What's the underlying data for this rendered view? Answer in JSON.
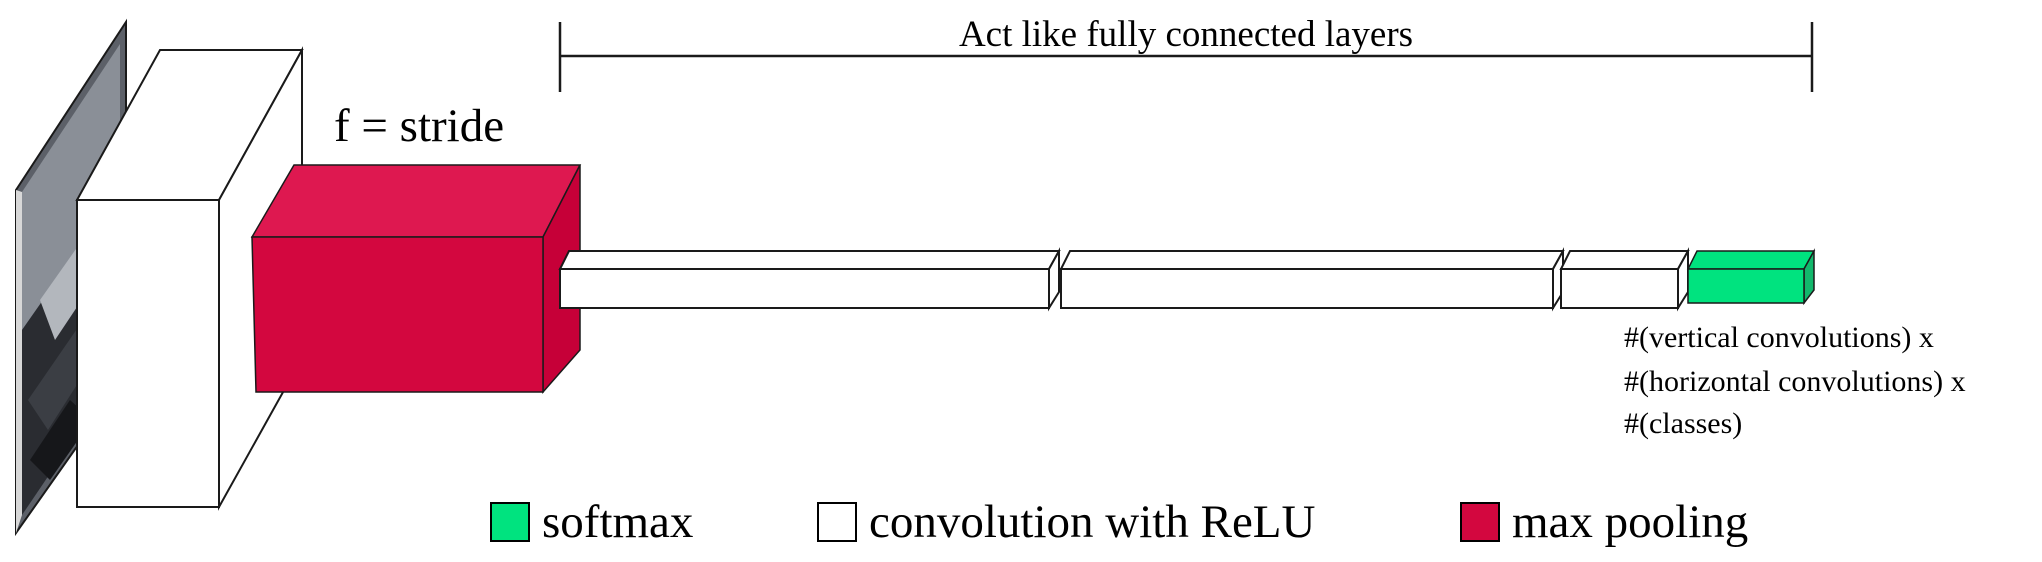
{
  "title": "Act like fully connected layers",
  "pool_label": "f = stride",
  "output_note": [
    "#(vertical convolutions) x",
    "#(horizontal convolutions) x",
    "#(classes)"
  ],
  "legend": [
    {
      "label": "softmax",
      "color": "#00e37f"
    },
    {
      "label": "convolution with ReLU",
      "color": "#ffffff"
    },
    {
      "label": "max pooling",
      "color": "#d3073f"
    }
  ],
  "colors": {
    "softmax": "#00e37f",
    "softmax_side": "#12b86c",
    "conv": "#ffffff",
    "pool_front": "#d3073f",
    "pool_top": "#de1850",
    "pool_side": "#c60038",
    "stroke": "#1a1a1a"
  }
}
